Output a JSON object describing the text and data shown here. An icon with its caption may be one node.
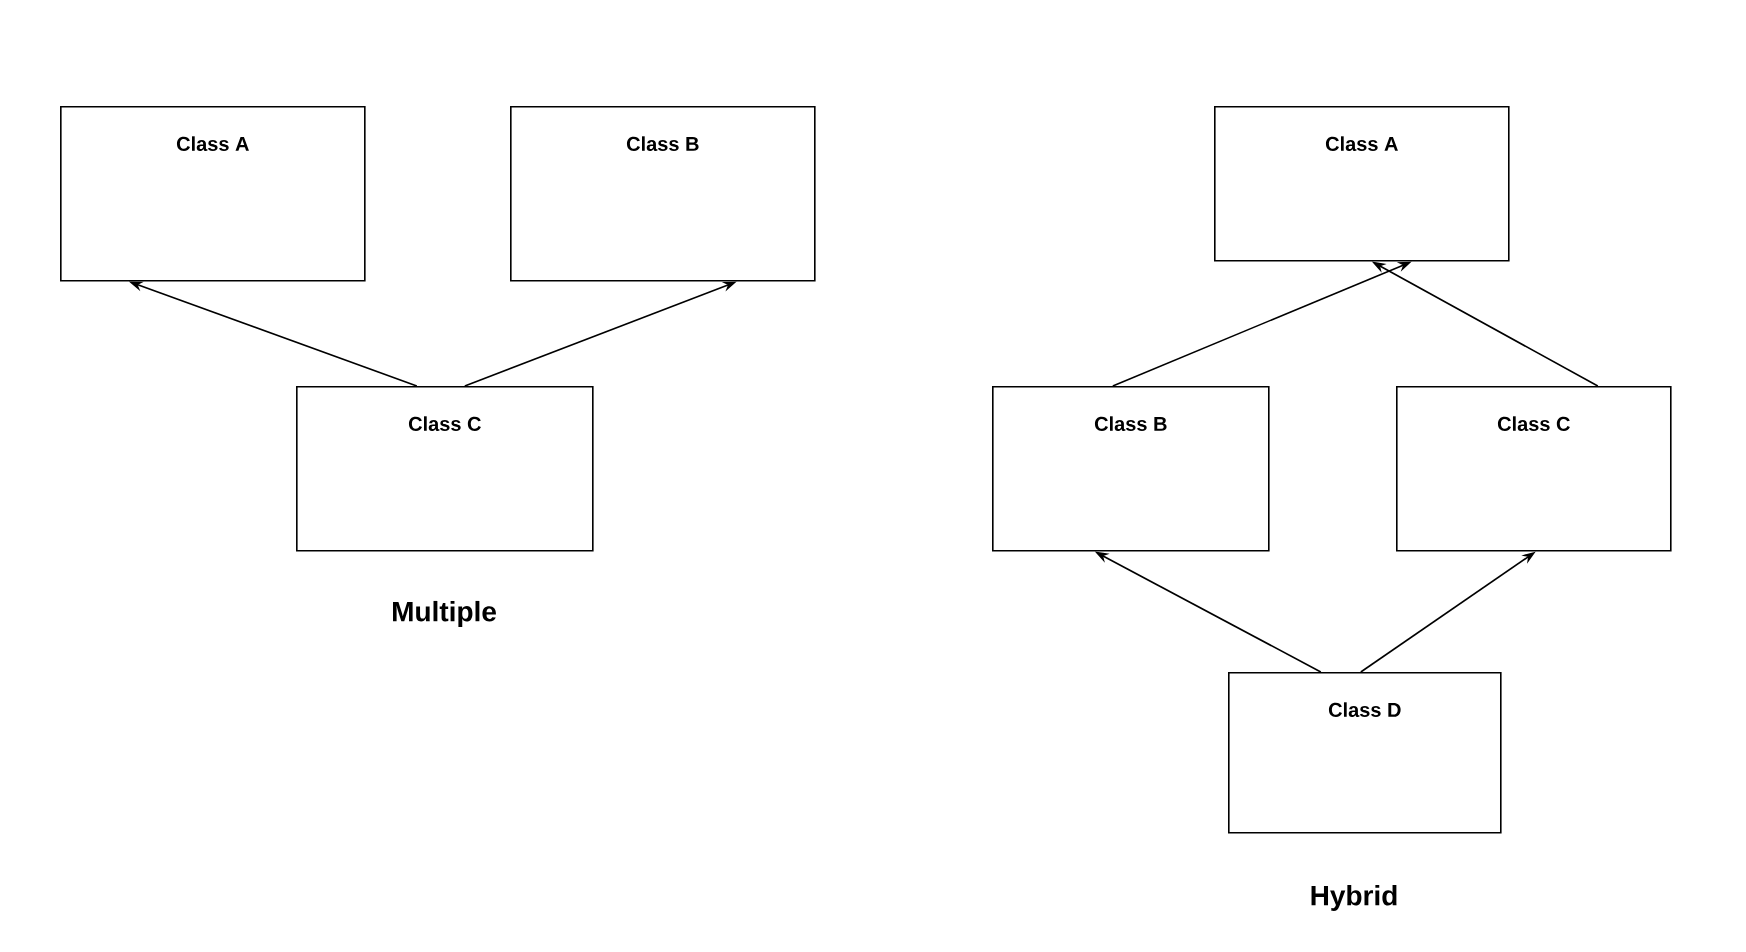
{
  "diagram": {
    "nodes": [
      {
        "text": [
          "Class A"
        ]
      },
      {
        "text": [
          "Class B"
        ]
      },
      {
        "text": [
          "Class C"
        ]
      },
      {
        "text": [
          "Class A"
        ]
      },
      {
        "text": [
          "Class B"
        ]
      },
      {
        "text": [
          "Class C"
        ]
      },
      {
        "text": [
          "Class D"
        ]
      }
    ],
    "edges": [
      {
        "from": 2,
        "to": 0,
        "arrow": "to"
      },
      {
        "from": 2,
        "to": 1,
        "arrow": "to"
      },
      {
        "from": 4,
        "to": 3,
        "arrow": "to"
      },
      {
        "from": 5,
        "to": 3,
        "arrow": "to"
      },
      {
        "from": 6,
        "to": 4,
        "arrow": "to"
      },
      {
        "from": 6,
        "to": 5,
        "arrow": "to"
      }
    ],
    "labels": [
      "Multiple",
      "Hybrid"
    ]
  }
}
